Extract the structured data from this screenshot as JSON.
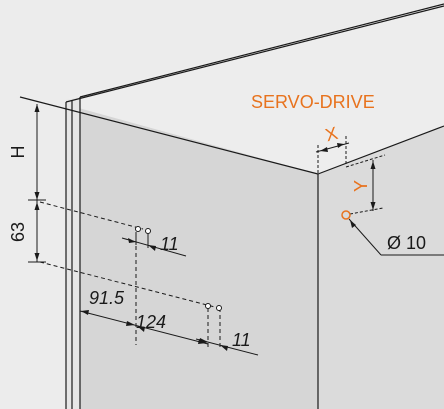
{
  "labels": {
    "product": "SERVO-DRIVE",
    "x": "X",
    "y": "Y",
    "diameter": "Ø 10",
    "h": "H",
    "d63": "63",
    "d11_top": "11",
    "d91_5": "91.5",
    "d124": "124",
    "d11_bottom": "11"
  },
  "colors": {
    "background": "#ececec",
    "panel": "#d9d9d9",
    "line": "#1a1a1a",
    "accent": "#e8731e"
  }
}
